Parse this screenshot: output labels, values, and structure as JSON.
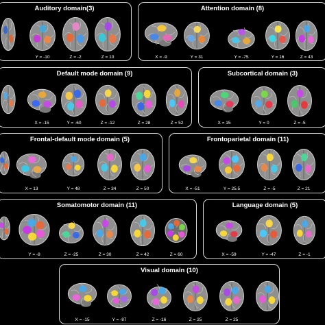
{
  "panels": [
    {
      "title": "Auditory domain(3)",
      "coords": [
        "Y = -10",
        "Z = -2",
        "Z = 10"
      ]
    },
    {
      "title": "Attention domain (8)",
      "coords": [
        "X = -9",
        "Y = 31",
        "Y = -75",
        "Y = 16",
        "Z = 43"
      ]
    },
    {
      "title": "Default mode domain (9)",
      "coords": [
        "X = -15",
        "Y = -60",
        "Z = -12",
        "Z = 28",
        "Z = 52"
      ]
    },
    {
      "title": "Subcortical domain (3)",
      "coords": [
        "X = 15",
        "Y = 0",
        "Z = -5"
      ]
    },
    {
      "title": "Frontal-default mode domain (5)",
      "coords": [
        "X = 13",
        "Y = 48",
        "Z = 34",
        "Z = 50"
      ]
    },
    {
      "title": "Frontoparietal domain (11)",
      "coords": [
        "X = -51",
        "Y = 25.5",
        "Z = -5",
        "Z = 21"
      ]
    },
    {
      "title": "Somatomotor domain (11)",
      "coords": [
        "Y = -8",
        "Z = -25",
        "Z = 30",
        "Z = 42",
        "Z = 60"
      ]
    },
    {
      "title": "Language domain (5)",
      "coords": [
        "X = -59",
        "Y = -47",
        "Z = -1"
      ]
    },
    {
      "title": "Visual domain (10)",
      "coords": [
        "X = -15",
        "Y = -87",
        "Z = -16",
        "Z = 25",
        "Z = 25"
      ]
    }
  ]
}
